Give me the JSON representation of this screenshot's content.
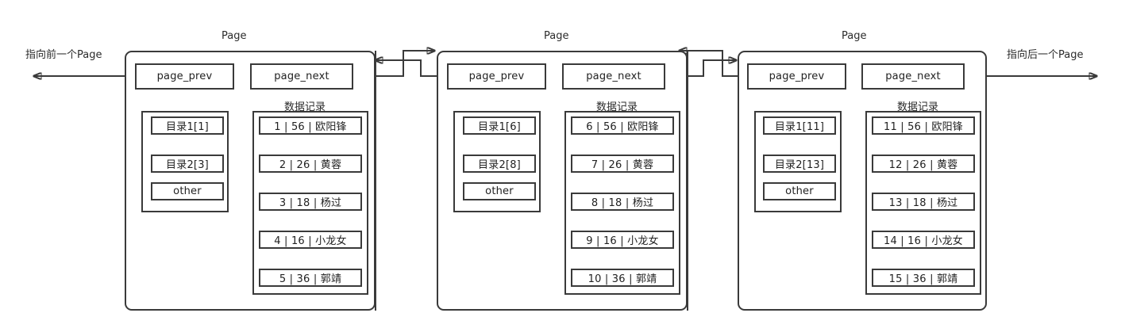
{
  "diagram": {
    "title_text": "Page",
    "left_label": "指向前一个Page",
    "right_label": "指向后一个Page",
    "records_label": "数据记录",
    "prev_field": "page_prev",
    "next_field": "page_next",
    "other_label": "other",
    "line_color": "#3a3a3a",
    "text_color": "#222222",
    "background": "#ffffff"
  },
  "pages": [
    {
      "title": "Page",
      "page_prev": "page_prev",
      "page_next": "page_next",
      "records_title": "数据记录",
      "directory": [
        {
          "label": "目录1[1]"
        },
        {
          "label": "目录2[3]"
        },
        {
          "label": "other"
        }
      ],
      "records": [
        {
          "id": "1",
          "age": "56",
          "name": "欧阳锋",
          "text": "1 |  56 | 欧阳锋"
        },
        {
          "id": "2",
          "age": "26",
          "name": "黄蓉",
          "text": "2 | 26 | 黄蓉"
        },
        {
          "id": "3",
          "age": "18",
          "name": "杨过",
          "text": "3 |  18 | 杨过"
        },
        {
          "id": "4",
          "age": "16",
          "name": "小龙女",
          "text": "4 | 16 | 小龙女"
        },
        {
          "id": "5",
          "age": "36",
          "name": "郭靖",
          "text": "5 | 36 | 郭靖"
        }
      ]
    },
    {
      "title": "Page",
      "page_prev": "page_prev",
      "page_next": "page_next",
      "records_title": "数据记录",
      "directory": [
        {
          "label": "目录1[6]"
        },
        {
          "label": "目录2[8]"
        },
        {
          "label": "other"
        }
      ],
      "records": [
        {
          "id": "6",
          "age": "56",
          "name": "欧阳锋",
          "text": "6 |  56 | 欧阳锋"
        },
        {
          "id": "7",
          "age": "26",
          "name": "黄蓉",
          "text": "7 |  26 | 黄蓉"
        },
        {
          "id": "8",
          "age": "18",
          "name": "杨过",
          "text": "8 |  18 | 杨过"
        },
        {
          "id": "9",
          "age": "16",
          "name": "小龙女",
          "text": "9 |  16 | 小龙女"
        },
        {
          "id": "10",
          "age": "36",
          "name": "郭靖",
          "text": "10 |  36 | 郭靖"
        }
      ]
    },
    {
      "title": "Page",
      "page_prev": "page_prev",
      "page_next": "page_next",
      "records_title": "数据记录",
      "directory": [
        {
          "label": "目录1[11]"
        },
        {
          "label": "目录2[13]"
        },
        {
          "label": "other"
        }
      ],
      "records": [
        {
          "id": "11",
          "age": "56",
          "name": "欧阳锋",
          "text": "11 |  56 | 欧阳锋"
        },
        {
          "id": "12",
          "age": "26",
          "name": "黄蓉",
          "text": "12 |  26 | 黄蓉"
        },
        {
          "id": "13",
          "age": "18",
          "name": "杨过",
          "text": "13 |  18 | 杨过"
        },
        {
          "id": "14",
          "age": "16",
          "name": "小龙女",
          "text": "14 |  16 | 小龙女"
        },
        {
          "id": "15",
          "age": "36",
          "name": "郭靖",
          "text": "15 |  36 | 郭靖"
        }
      ]
    }
  ]
}
